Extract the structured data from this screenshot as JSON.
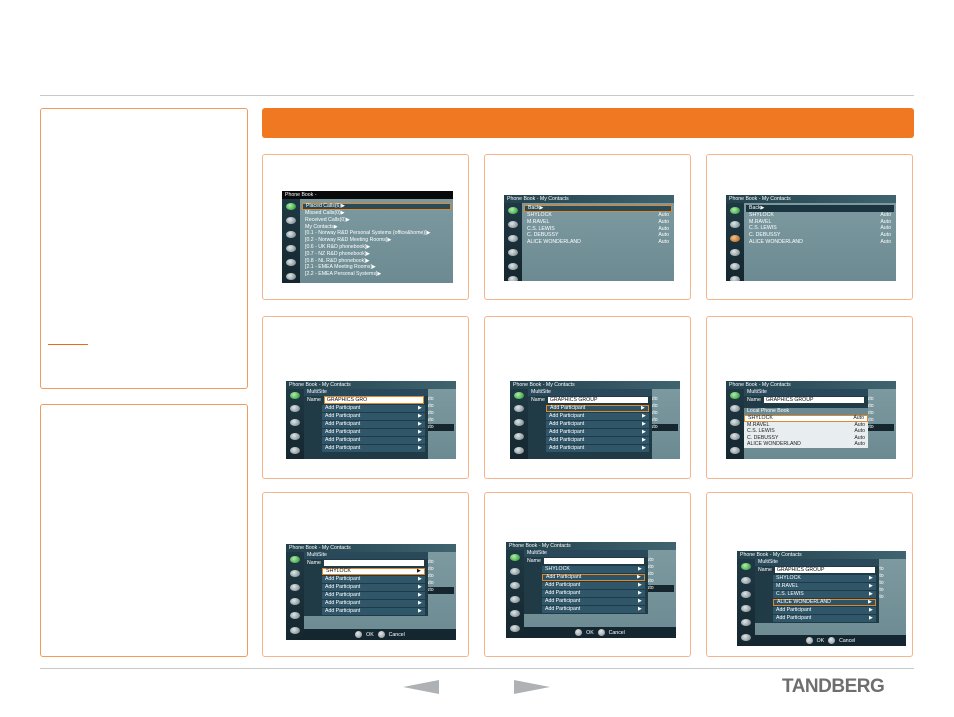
{
  "brand": {
    "logo_text": "TANDBERG",
    "accent_color": "#f07822"
  },
  "nav": {
    "prev_icon": "arrow-left-icon",
    "next_icon": "arrow-right-icon"
  },
  "screens": {
    "s1": {
      "title": "Phone Book -",
      "rows": [
        "Placed Calls(6)▶",
        "Missed Calls(0)▶",
        "Received Calls(0)▶",
        "My Contacts▶",
        "[0.1 - Norway R&D Personal Systems (office&home)]▶",
        "[0.2 - Norway R&D Meeting Rooms]▶",
        "[0.6 - UK R&D phonebook]▶",
        "[0.7 - NZ R&D phonebook]▶",
        "[0.8 - NL R&D phonebook]▶",
        "[2.1 - EMEA Meeting Rooms]▶",
        "[2.2 - EMEA Personal Systems]▶"
      ]
    },
    "s2": {
      "title": "Phone Book - My Contacts",
      "back": "Back▶",
      "contacts": [
        {
          "name": "SHYLOCK",
          "mode": "Auto"
        },
        {
          "name": "M.RAVEL",
          "mode": "Auto"
        },
        {
          "name": "C.S. LEWIS",
          "mode": "Auto"
        },
        {
          "name": "C. DEBUSSY",
          "mode": "Auto"
        },
        {
          "name": "ALICE WONDERLAND",
          "mode": "Auto"
        }
      ]
    },
    "s3": {
      "title": "Phone Book - My Contacts",
      "back": "Back▶",
      "contacts": [
        {
          "name": "SHYLOCK",
          "mode": "Auto"
        },
        {
          "name": "M.RAVEL",
          "mode": "Auto"
        },
        {
          "name": "C.S. LEWIS",
          "mode": "Auto"
        },
        {
          "name": "C. DEBUSSY",
          "mode": "Auto"
        },
        {
          "name": "ALICE WONDERLAND",
          "mode": "Auto"
        }
      ]
    },
    "ms": {
      "title": "Phone Book - My Contacts",
      "header": "MultiSite",
      "name_label": "Name",
      "name_value_typing": "GRAPHICS GRO",
      "name_value": "GRAPHICS GROUP",
      "add": "Add Participant",
      "arrow": "▶",
      "auto": "Auto",
      "ok": "OK",
      "cancel": "Cancel",
      "local_pb": "Local Phone Book",
      "lp_rows": [
        {
          "name": "SHYLOCK",
          "mode": "Auto"
        },
        {
          "name": "M.RAVEL",
          "mode": "Auto"
        },
        {
          "name": "C.S. LEWIS",
          "mode": "Auto"
        },
        {
          "name": "C. DEBUSSY",
          "mode": "Auto"
        },
        {
          "name": "ALICE WONDERLAND",
          "mode": "Auto"
        }
      ],
      "p_shylock": "SHYLOCK",
      "p_ravel": "M.RAVEL",
      "p_lewis": "C.S. LEWIS",
      "p_alice": "ALICE WONDERLAND"
    }
  }
}
